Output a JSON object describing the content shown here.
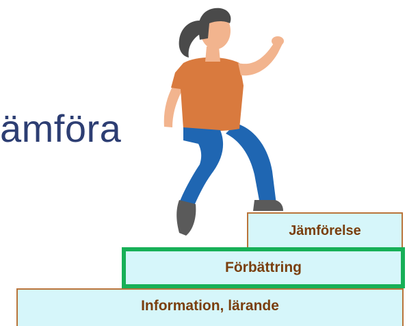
{
  "heading": {
    "text": "ämföra"
  },
  "steps": [
    {
      "label": "Jämförelse"
    },
    {
      "label": "Förbättring",
      "highlighted": true
    },
    {
      "label": "Information, lärande"
    }
  ],
  "colors": {
    "heading_text": "#2d3e73",
    "step_fill": "#d6f6fa",
    "step_border": "#b9743a",
    "highlight_border": "#17b057",
    "step_text": "#7a3f0e",
    "shirt": "#d97a3e",
    "pants": "#1f66b2",
    "hair": "#4a4a4a",
    "skin": "#f2b48e"
  },
  "illustration": {
    "icon": "climbing-woman-icon"
  }
}
